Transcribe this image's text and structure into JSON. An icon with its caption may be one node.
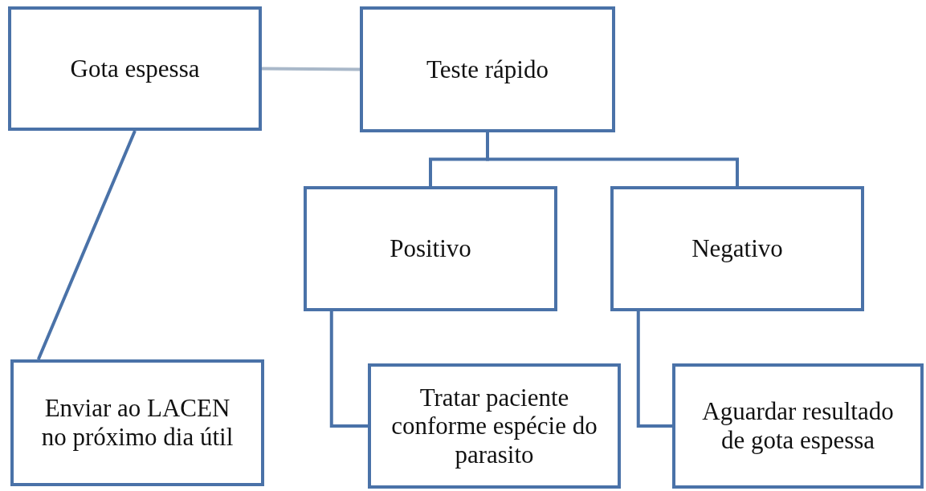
{
  "diagram": {
    "nodes": [
      {
        "text": [
          "Gota espessa"
        ]
      },
      {
        "text": [
          "Teste rápido"
        ]
      },
      {
        "text": [
          "Positivo"
        ]
      },
      {
        "text": [
          "Negativo"
        ]
      },
      {
        "text": [
          "Enviar ao LACEN no próximo dia útil"
        ]
      },
      {
        "text": [
          "Tratar paciente conforme espécie do parasito"
        ]
      },
      {
        "text": [
          "Aguardar resultado de gota espessa"
        ]
      }
    ],
    "edges": [
      {
        "from": 0,
        "to": 1,
        "arrow": "none",
        "color": "#a9b8c9"
      },
      {
        "from": 0,
        "to": 4,
        "arrow": "none"
      },
      {
        "from": 1,
        "to": 2,
        "arrow": "none"
      },
      {
        "from": 1,
        "to": 3,
        "arrow": "none"
      },
      {
        "from": 2,
        "to": 5,
        "arrow": "none"
      },
      {
        "from": 3,
        "to": 6,
        "arrow": "none"
      }
    ]
  }
}
